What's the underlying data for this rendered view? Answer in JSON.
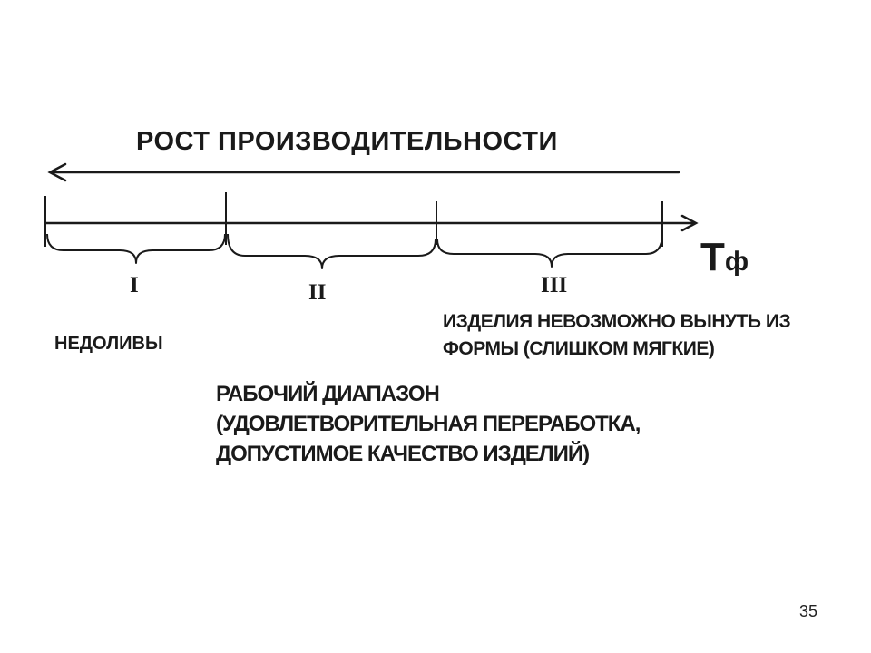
{
  "diagram": {
    "title": "РОСТ ПРОИЗВОДИТЕЛЬНОСТИ",
    "axis_label": "T",
    "axis_subscript": "ф",
    "zones": [
      {
        "numeral": "I",
        "caption_lines": [
          "НЕДОЛИВЫ"
        ]
      },
      {
        "numeral": "II",
        "caption_lines": [
          "РАБОЧИЙ ДИАПАЗОН",
          "(УДОВЛЕТВОРИТЕЛЬНАЯ ПЕРЕРАБОТКА,",
          "ДОПУСТИМОЕ КАЧЕСТВО ИЗДЕЛИЙ)"
        ]
      },
      {
        "numeral": "III",
        "caption_lines": [
          "ИЗДЕЛИЯ НЕВОЗМОЖНО ВЫНУТЬ ИЗ",
          "ФОРМЫ (СЛИШКОМ МЯГКИЕ)"
        ]
      }
    ]
  },
  "page_number": "35"
}
